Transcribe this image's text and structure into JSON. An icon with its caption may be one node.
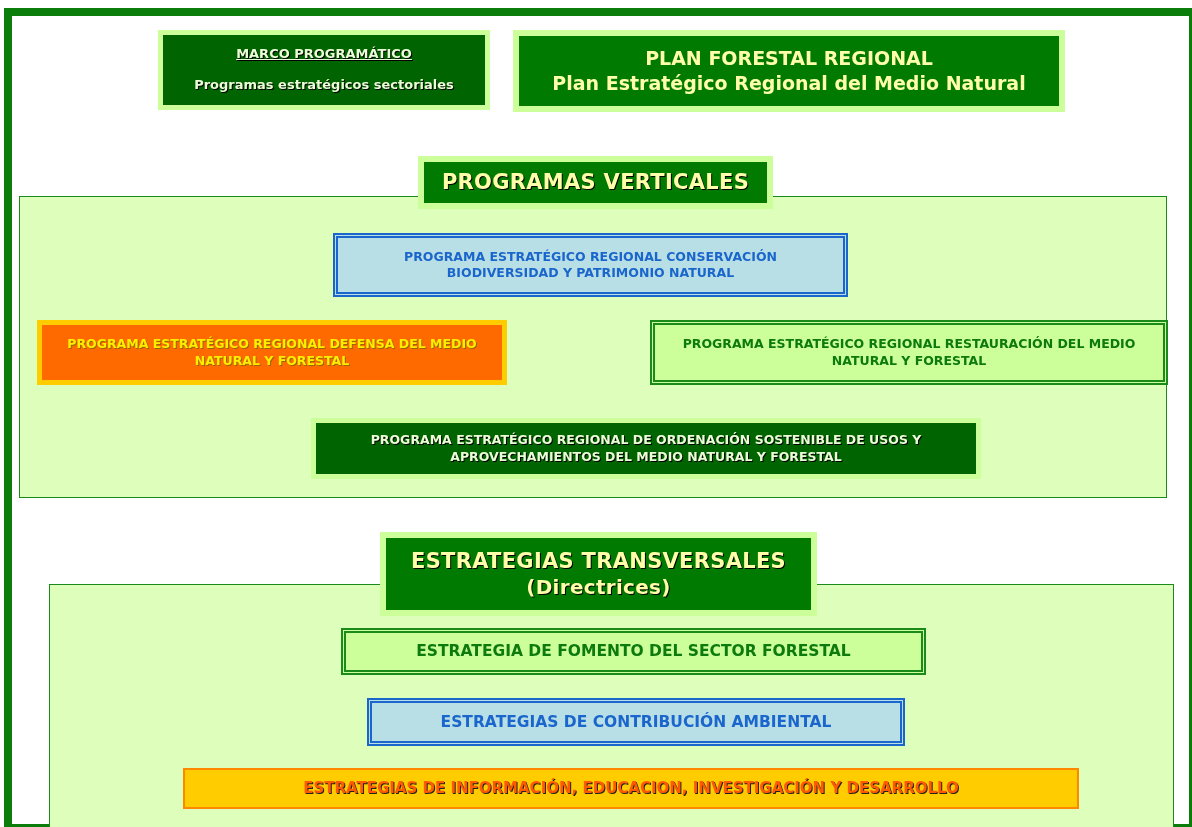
{
  "diagram": {
    "nodes": [
      {
        "text": [
          "MARCO PROGRAMÁTICO",
          "Programas estratégicos sectoriales"
        ]
      },
      {
        "text": [
          "PLAN FORESTAL REGIONAL",
          "Plan Estratégico Regional del Medio Natural"
        ]
      },
      {
        "text": [
          "PROGRAMAS VERTICALES"
        ]
      },
      {
        "text": [
          "PROGRAMA ESTRATÉGICO REGIONAL CONSERVACIÓN BIODIVERSIDAD Y PATRIMONIO NATURAL"
        ],
        "in": 2
      },
      {
        "text": [
          "PROGRAMA ESTRATÉGICO REGIONAL DEFENSA DEL MEDIO NATURAL Y FORESTAL"
        ],
        "in": 2
      },
      {
        "text": [
          "PROGRAMA ESTRATÉGICO REGIONAL RESTAURACIÓN DEL MEDIO NATURAL Y FORESTAL"
        ],
        "in": 2
      },
      {
        "text": [
          "PROGRAMA ESTRATÉGICO REGIONAL DE ORDENACIÓN SOSTENIBLE DE USOS Y APROVECHAMIENTOS DEL MEDIO NATURAL Y FORESTAL"
        ],
        "in": 2
      },
      {
        "text": [
          "ESTRATEGIAS TRANSVERSALES",
          "(Directrices)"
        ]
      },
      {
        "text": [
          "ESTRATEGIA DE FOMENTO DEL SECTOR FORESTAL"
        ],
        "in": 7
      },
      {
        "text": [
          "ESTRATEGIAS DE CONTRIBUCIÓN AMBIENTAL"
        ],
        "in": 7
      },
      {
        "text": [
          "ESTRATEGIAS DE INFORMACIÓN, EDUCACION, INVESTIGACIÓN Y DESARROLLO"
        ],
        "in": 7
      }
    ]
  }
}
